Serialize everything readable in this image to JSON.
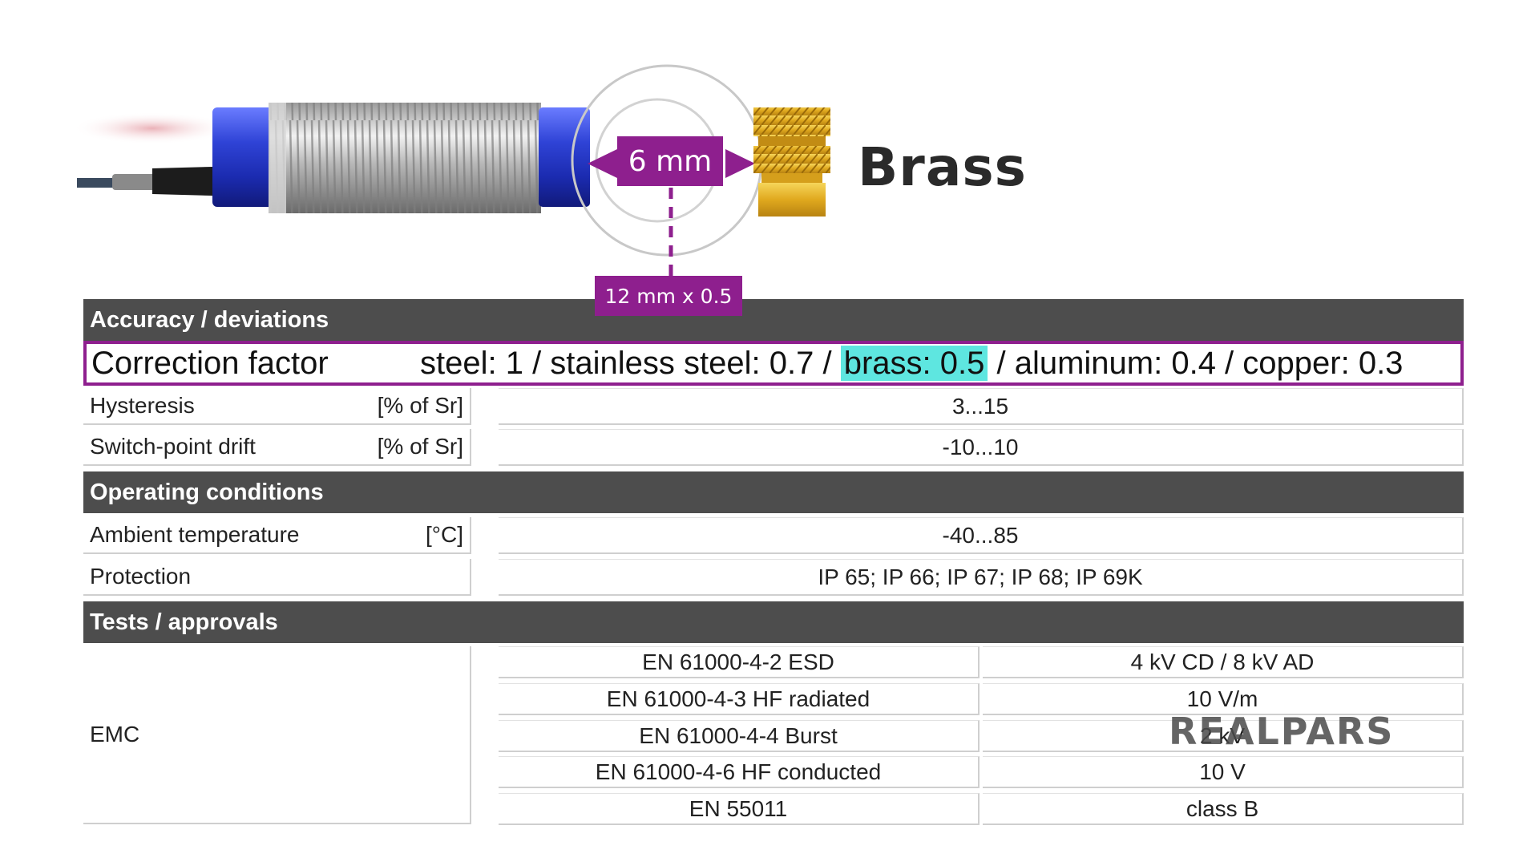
{
  "illustration": {
    "material": "Brass",
    "distance": "6 mm",
    "thread": "12 mm x 0.5"
  },
  "accuracy": {
    "title": "Accuracy / deviations",
    "correction": {
      "name": "Correction factor",
      "before": "steel: 1 / stainless steel: 0.7 / ",
      "highlight": "brass: 0.5",
      "after": " / aluminum: 0.4 / copper: 0.3"
    },
    "rows": [
      {
        "name": "Hysteresis",
        "unit": "[% of Sr]",
        "value": "3...15"
      },
      {
        "name": "Switch-point drift",
        "unit": "[% of Sr]",
        "value": "-10...10"
      }
    ]
  },
  "operating": {
    "title": "Operating conditions",
    "rows": [
      {
        "name": "Ambient temperature",
        "unit": "[°C]",
        "value": "-40...85"
      },
      {
        "name": "Protection",
        "unit": "",
        "value": "IP 65; IP 66; IP 67; IP 68; IP 69K"
      }
    ]
  },
  "tests": {
    "title": "Tests / approvals",
    "group": "EMC",
    "rows": [
      {
        "test": "EN 61000-4-2 ESD",
        "result": "4 kV CD / 8 kV AD"
      },
      {
        "test": "EN 61000-4-3 HF radiated",
        "result": "10 V/m"
      },
      {
        "test": "EN 61000-4-4 Burst",
        "result": "2 kV"
      },
      {
        "test": "EN 61000-4-6 HF conducted",
        "result": "10 V"
      },
      {
        "test": "EN 55011",
        "result": "class B"
      }
    ]
  },
  "watermark": "REALPARS"
}
